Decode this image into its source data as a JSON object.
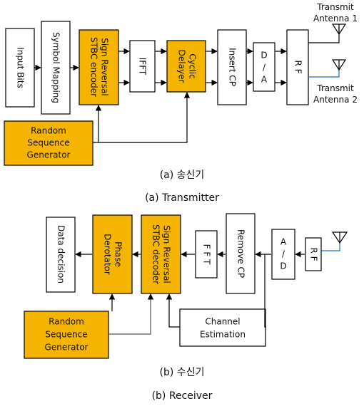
{
  "transmitter": {
    "blocks": {
      "input_bits": "Input Bits",
      "symbol_mapping": "Symbol Mapping",
      "sign_reversal_encoder_l1": "Sign Reversal",
      "sign_reversal_encoder_l2": "STBC encoder",
      "ifft": "IFFT",
      "cyclic_delayer_l1": "Cyclic",
      "cyclic_delayer_l2": "Delayer",
      "insert_cp": "Insert CP",
      "da_top": "D",
      "da_mid": "/",
      "da_bot": "A",
      "rf": "R F",
      "rsg_l1": "Random",
      "rsg_l2": "Sequence",
      "rsg_l3": "Generator"
    },
    "antenna1_l1": "Transmit",
    "antenna1_l2": "Antenna 1",
    "antenna2_l1": "Transmit",
    "antenna2_l2": "Antenna 2",
    "caption_ko": "(a) 송신기",
    "caption_en": "(a) Transmitter"
  },
  "receiver": {
    "blocks": {
      "data_decision": "Data decision",
      "phase_derotator_l1": "Phase",
      "phase_derotator_l2": "Derotator",
      "sign_reversal_decoder_l1": "Sign Reversal",
      "sign_reversal_decoder_l2": "STBC decoder",
      "fft": "F F T",
      "remove_cp": "Remove CP",
      "ad_top": "A",
      "ad_mid": "/",
      "ad_bot": "D",
      "rf": "R F",
      "rsg_l1": "Random",
      "rsg_l2": "Sequence",
      "rsg_l3": "Generator",
      "chan_est_l1": "Channel",
      "chan_est_l2": "Estimation"
    },
    "caption_ko": "(b) 수신기",
    "caption_en": "(b) Receiver"
  },
  "colors": {
    "highlight": "#f5b400",
    "antenna_rx": "#1d6fbf"
  }
}
